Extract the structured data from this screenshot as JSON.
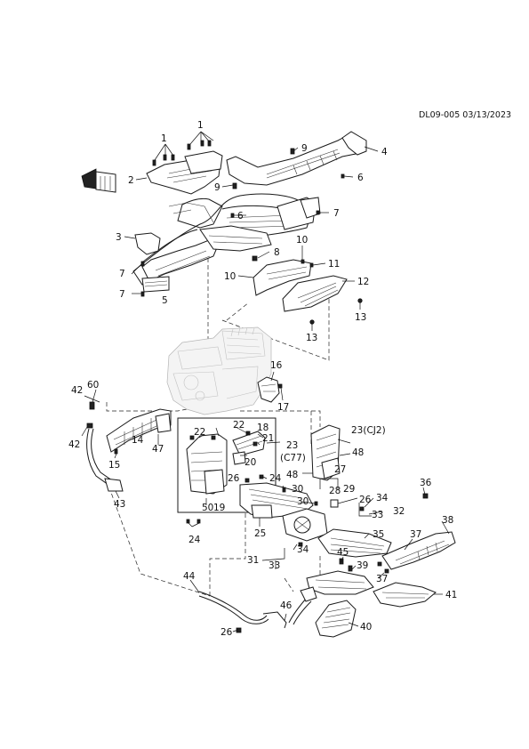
{
  "header": {
    "doc_code": "DL09-005 03/13/2023"
  },
  "callouts": [
    "1",
    "1",
    "2",
    "9",
    "9",
    "4",
    "6",
    "6",
    "7",
    "3",
    "7",
    "7",
    "5",
    "8",
    "10",
    "10",
    "11",
    "12",
    "13",
    "13",
    "16",
    "42",
    "60",
    "17",
    "42",
    "14",
    "47",
    "15",
    "22",
    "22",
    "18",
    "21",
    "23",
    "(C77)",
    "20",
    "23(CJ2)",
    "48",
    "27",
    "48",
    "26",
    "24",
    "28",
    "29",
    "30",
    "30",
    "34",
    "33",
    "32",
    "36",
    "38",
    "50",
    "19",
    "24",
    "25",
    "26",
    "35",
    "37",
    "34",
    "31",
    "33",
    "45",
    "39",
    "37",
    "44",
    "41",
    "46",
    "26",
    "40",
    "43"
  ]
}
